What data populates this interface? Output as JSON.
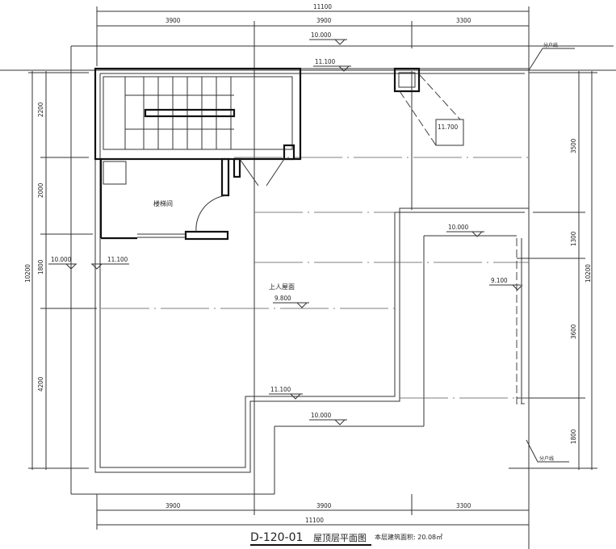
{
  "drawing": {
    "title_code": "D-120-01",
    "title_name": "屋顶层平面图",
    "area_note": "本层建筑面积: 20.08㎡"
  },
  "dimensions": {
    "top_total": "11100",
    "top_segments": [
      "3900",
      "3900",
      "3300"
    ],
    "bottom_total": "11100",
    "bottom_segments": [
      "3900",
      "3900",
      "3300"
    ],
    "left_total": "10200",
    "left_segments": [
      "2200",
      "2000",
      "1800",
      "4200"
    ],
    "right_total": "10200",
    "right_segments": [
      "3500",
      "1300",
      "3600",
      "1800"
    ]
  },
  "levels": {
    "top_outer": "10.000",
    "top_parapet": "11.100",
    "hatch": "11.700",
    "left_outer": "10.000",
    "left_parapet": "11.100",
    "right_lower": "10.000",
    "right_edge": "9.100",
    "bottom_parapet": "11.100",
    "bottom_outer": "10.000",
    "roof": "9.800"
  },
  "labels": {
    "stair_room": "楼梯间",
    "roof": "上人屋面",
    "boundary_top": "分户线",
    "boundary_bottom": "分户线"
  }
}
